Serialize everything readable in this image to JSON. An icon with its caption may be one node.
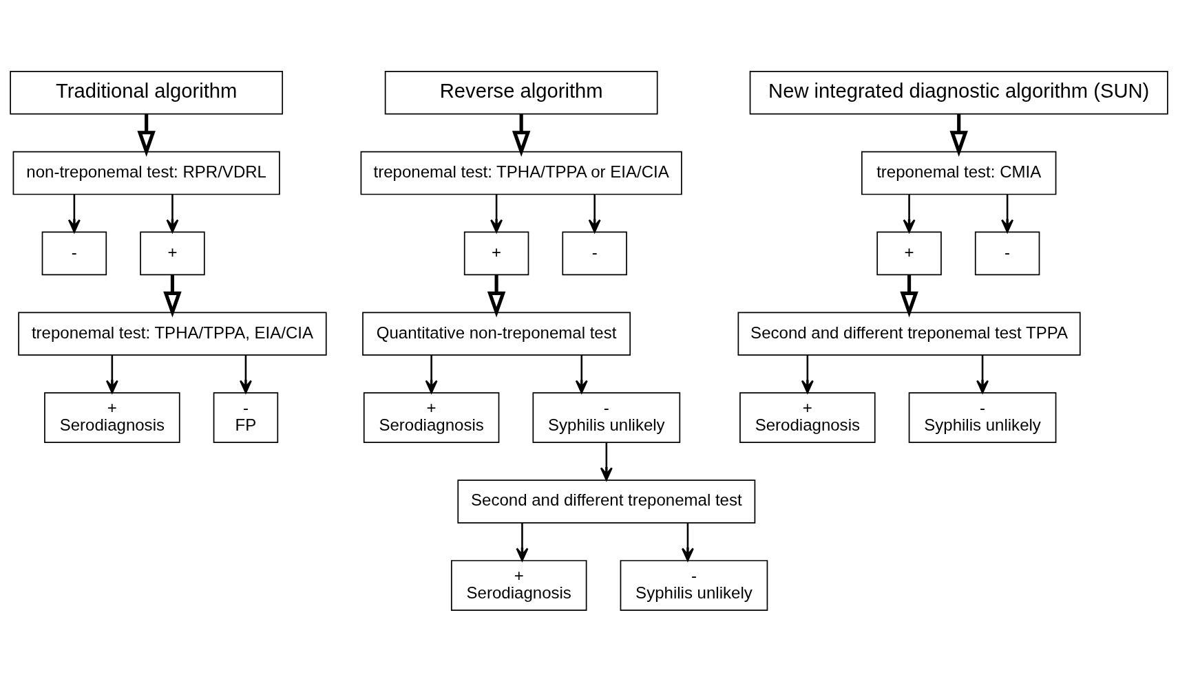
{
  "diagram": {
    "nodes": [
      {
        "text": [
          "Traditional algorithm"
        ]
      },
      {
        "text": [
          "non-treponemal test: RPR/VDRL"
        ]
      },
      {
        "text": [
          "-"
        ]
      },
      {
        "text": [
          "+"
        ]
      },
      {
        "text": [
          "treponemal test: TPHA/TPPA, EIA/CIA"
        ]
      },
      {
        "text": [
          "+",
          "Serodiagnosis"
        ]
      },
      {
        "text": [
          "-",
          "FP"
        ]
      },
      {
        "text": [
          "Reverse algorithm"
        ]
      },
      {
        "text": [
          "treponemal test: TPHA/TPPA or EIA/CIA"
        ]
      },
      {
        "text": [
          "+"
        ]
      },
      {
        "text": [
          "-"
        ]
      },
      {
        "text": [
          "Quantitative non-treponemal test"
        ]
      },
      {
        "text": [
          "+",
          "Serodiagnosis"
        ]
      },
      {
        "text": [
          "-",
          "Syphilis unlikely"
        ]
      },
      {
        "text": [
          "Second and different treponemal test"
        ]
      },
      {
        "text": [
          "+",
          "Serodiagnosis"
        ]
      },
      {
        "text": [
          "-",
          "Syphilis unlikely"
        ]
      },
      {
        "text": [
          "New integrated diagnostic algorithm (SUN)"
        ]
      },
      {
        "text": [
          "treponemal test: CMIA"
        ]
      },
      {
        "text": [
          "+"
        ]
      },
      {
        "text": [
          "-"
        ]
      },
      {
        "text": [
          "Second and different treponemal test TPPA"
        ]
      },
      {
        "text": [
          "+",
          "Serodiagnosis"
        ]
      },
      {
        "text": [
          "-",
          "Syphilis unlikely"
        ]
      }
    ],
    "edges": [
      {
        "from": 0,
        "to": 1,
        "arrow": "to",
        "style": "thick"
      },
      {
        "from": 1,
        "to": 2,
        "arrow": "to"
      },
      {
        "from": 1,
        "to": 3,
        "arrow": "to"
      },
      {
        "from": 3,
        "to": 4,
        "arrow": "to",
        "style": "thick"
      },
      {
        "from": 4,
        "to": 5,
        "arrow": "to"
      },
      {
        "from": 4,
        "to": 6,
        "arrow": "to"
      },
      {
        "from": 7,
        "to": 8,
        "arrow": "to",
        "style": "thick"
      },
      {
        "from": 8,
        "to": 9,
        "arrow": "to"
      },
      {
        "from": 8,
        "to": 10,
        "arrow": "to"
      },
      {
        "from": 9,
        "to": 11,
        "arrow": "to",
        "style": "thick"
      },
      {
        "from": 11,
        "to": 12,
        "arrow": "to"
      },
      {
        "from": 11,
        "to": 13,
        "arrow": "to"
      },
      {
        "from": 13,
        "to": 14,
        "arrow": "to"
      },
      {
        "from": 14,
        "to": 15,
        "arrow": "to"
      },
      {
        "from": 14,
        "to": 16,
        "arrow": "to"
      },
      {
        "from": 17,
        "to": 18,
        "arrow": "to",
        "style": "thick"
      },
      {
        "from": 18,
        "to": 19,
        "arrow": "to"
      },
      {
        "from": 18,
        "to": 20,
        "arrow": "to"
      },
      {
        "from": 19,
        "to": 21,
        "arrow": "to",
        "style": "thick"
      },
      {
        "from": 21,
        "to": 22,
        "arrow": "to"
      },
      {
        "from": 21,
        "to": 23,
        "arrow": "to"
      }
    ]
  }
}
